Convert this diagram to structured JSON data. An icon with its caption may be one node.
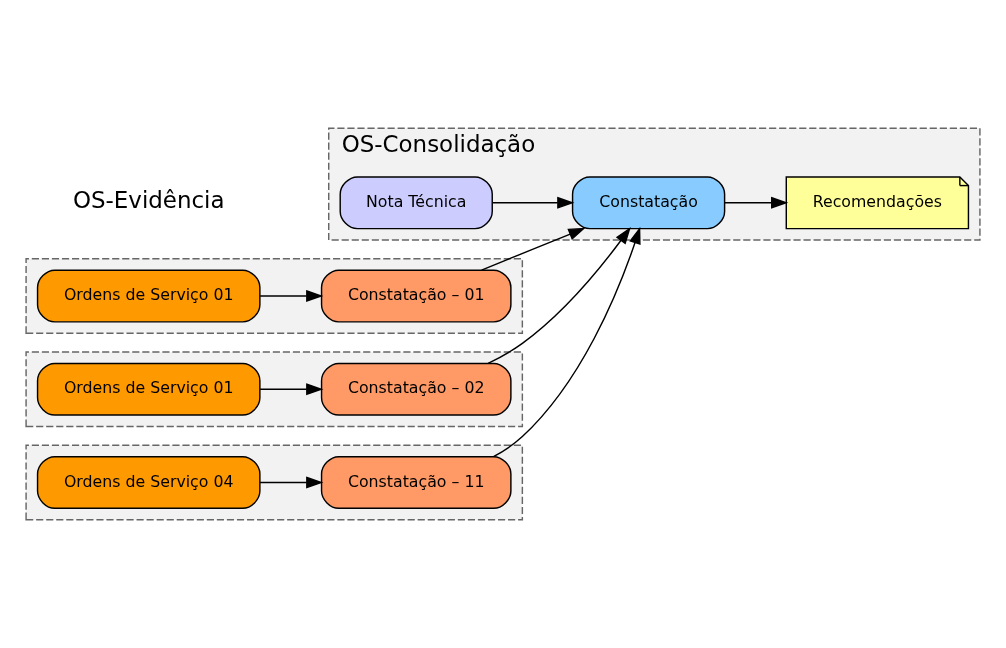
{
  "diagram": {
    "nodes": [
      {
        "text": [
          "OS-Consolidação"
        ]
      },
      {
        "text": [
          "Nota Técnica"
        ],
        "in": 0
      },
      {
        "text": [
          "Constatação"
        ],
        "in": 0
      },
      {
        "text": [
          "Recomendações"
        ],
        "in": 0
      },
      {
        "text": [],
        "shape": "box"
      },
      {
        "text": [
          "Ordens de Serviço 01"
        ],
        "in": 4
      },
      {
        "text": [
          "Constatação – 01"
        ],
        "in": 4
      },
      {
        "text": [],
        "shape": "box"
      },
      {
        "text": [
          "Ordens de Serviço 01"
        ],
        "in": 7
      },
      {
        "text": [
          "Constatação – 02"
        ],
        "in": 7
      },
      {
        "text": [],
        "shape": "box"
      },
      {
        "text": [
          "Ordens de Serviço 04"
        ],
        "in": 10
      },
      {
        "text": [
          "Constatação – 11"
        ],
        "in": 10
      }
    ],
    "edges": [
      {
        "from": 1,
        "to": 2,
        "arrow": "to"
      },
      {
        "from": 2,
        "to": 3,
        "arrow": "to"
      },
      {
        "from": 5,
        "to": 6,
        "arrow": "to"
      },
      {
        "from": 6,
        "to": 2,
        "arrow": "to"
      },
      {
        "from": 8,
        "to": 9,
        "arrow": "to"
      },
      {
        "from": 9,
        "to": 2,
        "arrow": "to"
      },
      {
        "from": 11,
        "to": 12,
        "arrow": "to"
      },
      {
        "from": 12,
        "to": 2,
        "arrow": "to"
      }
    ],
    "labels": [
      "OS-Evidência"
    ]
  }
}
